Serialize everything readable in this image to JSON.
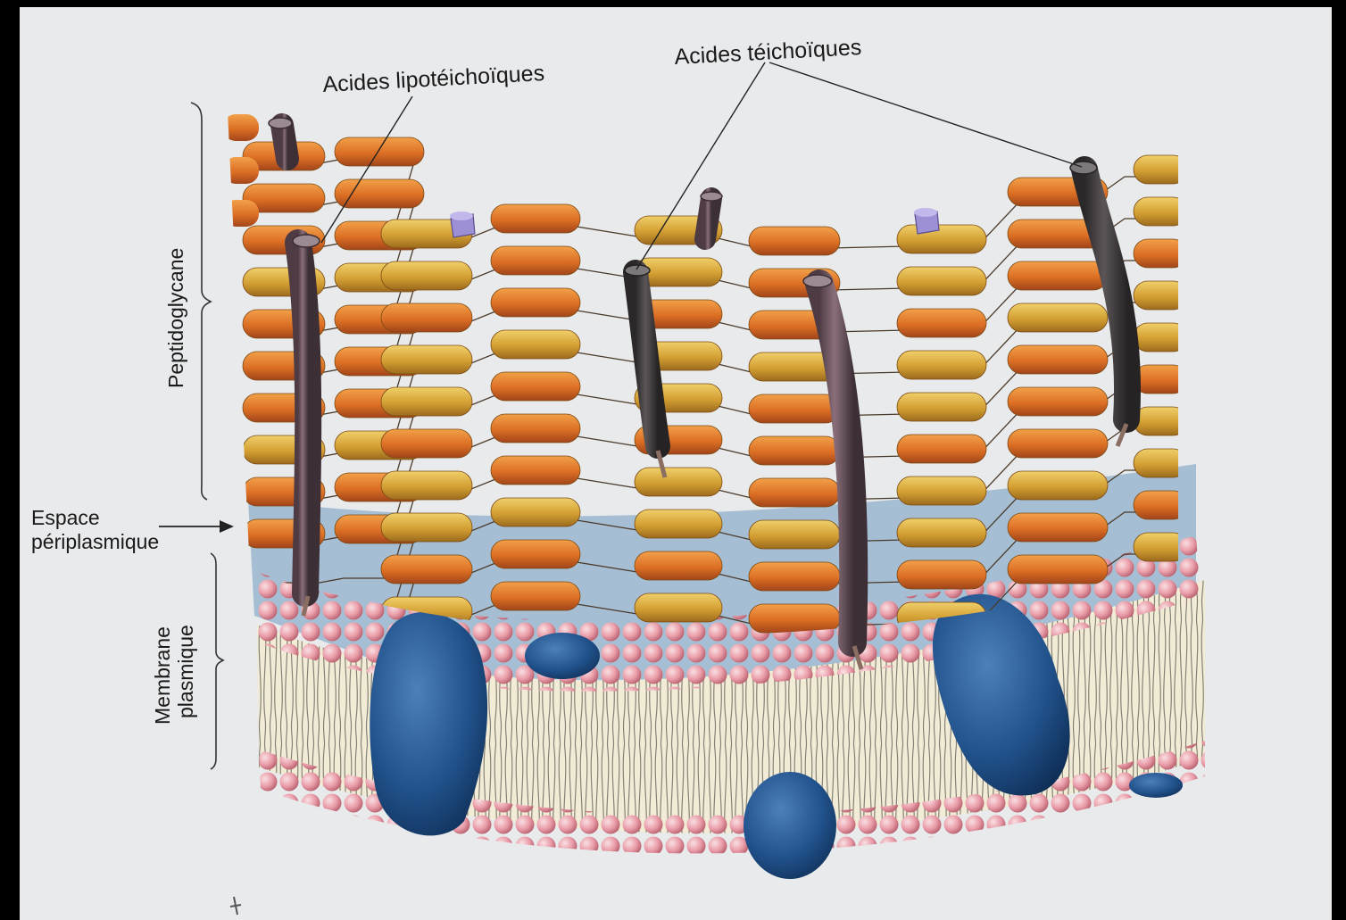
{
  "labels": {
    "lipoteichoic": "Acides lipotéichoïques",
    "teichoic": "Acides téichoïques",
    "peptidoglycan": "Peptidoglycane",
    "periplasmic_line1": "Espace",
    "periplasmic_line2": "périplasmique",
    "membrane_line1": "Membrane",
    "membrane_line2": "plasmique"
  },
  "colors": {
    "page": "#e9eaec",
    "frame": "#000000",
    "glycan_gold": "#d6a43a",
    "glycan_orange": "#de7a2a",
    "teichoic_rod": "#6e5560",
    "teichoic_rod_dark": "#3f3a3c",
    "periplasm": "#a8c0d4",
    "lipid_head": "#e9a3ad",
    "lipid_tail_bg": "#f4efdc",
    "protein": "#214f86",
    "cap": "#a99ad8"
  }
}
